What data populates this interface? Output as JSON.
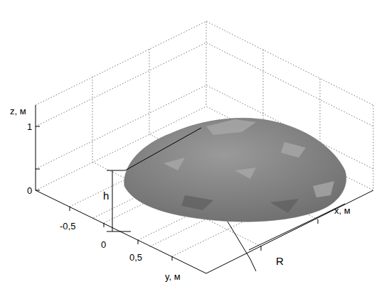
{
  "diagram": {
    "labels": [
      "z, м",
      "1",
      "0",
      "-0,5",
      "0",
      "0,5",
      "y, м",
      "x, м",
      "h",
      "R"
    ]
  }
}
